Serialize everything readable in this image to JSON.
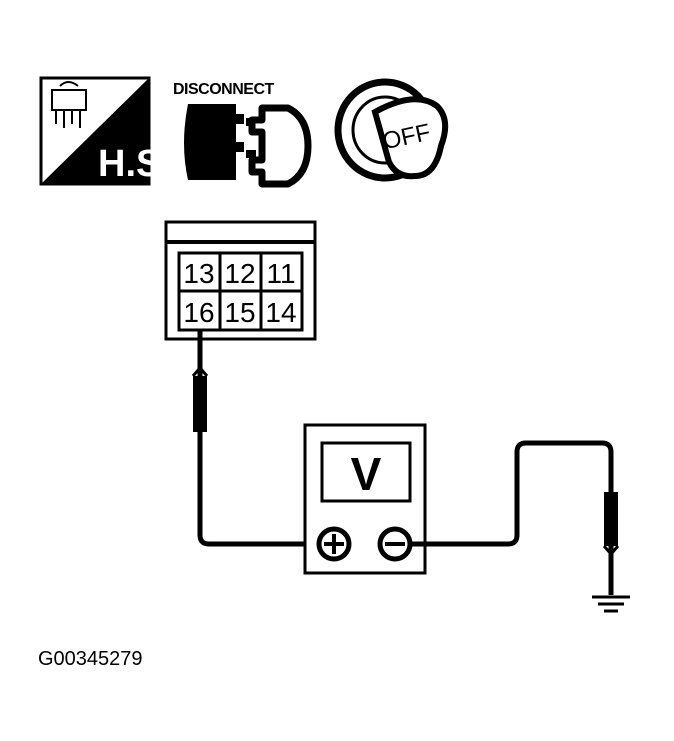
{
  "icons": {
    "harness_label": "H.S.",
    "disconnect_label": "DISCONNECT",
    "ignition_label": "OFF"
  },
  "connector": {
    "pins_top": [
      "13",
      "12",
      "11"
    ],
    "pins_bottom": [
      "16",
      "15",
      "14"
    ]
  },
  "meter": {
    "symbol": "V"
  },
  "figure_code": "G00345279"
}
